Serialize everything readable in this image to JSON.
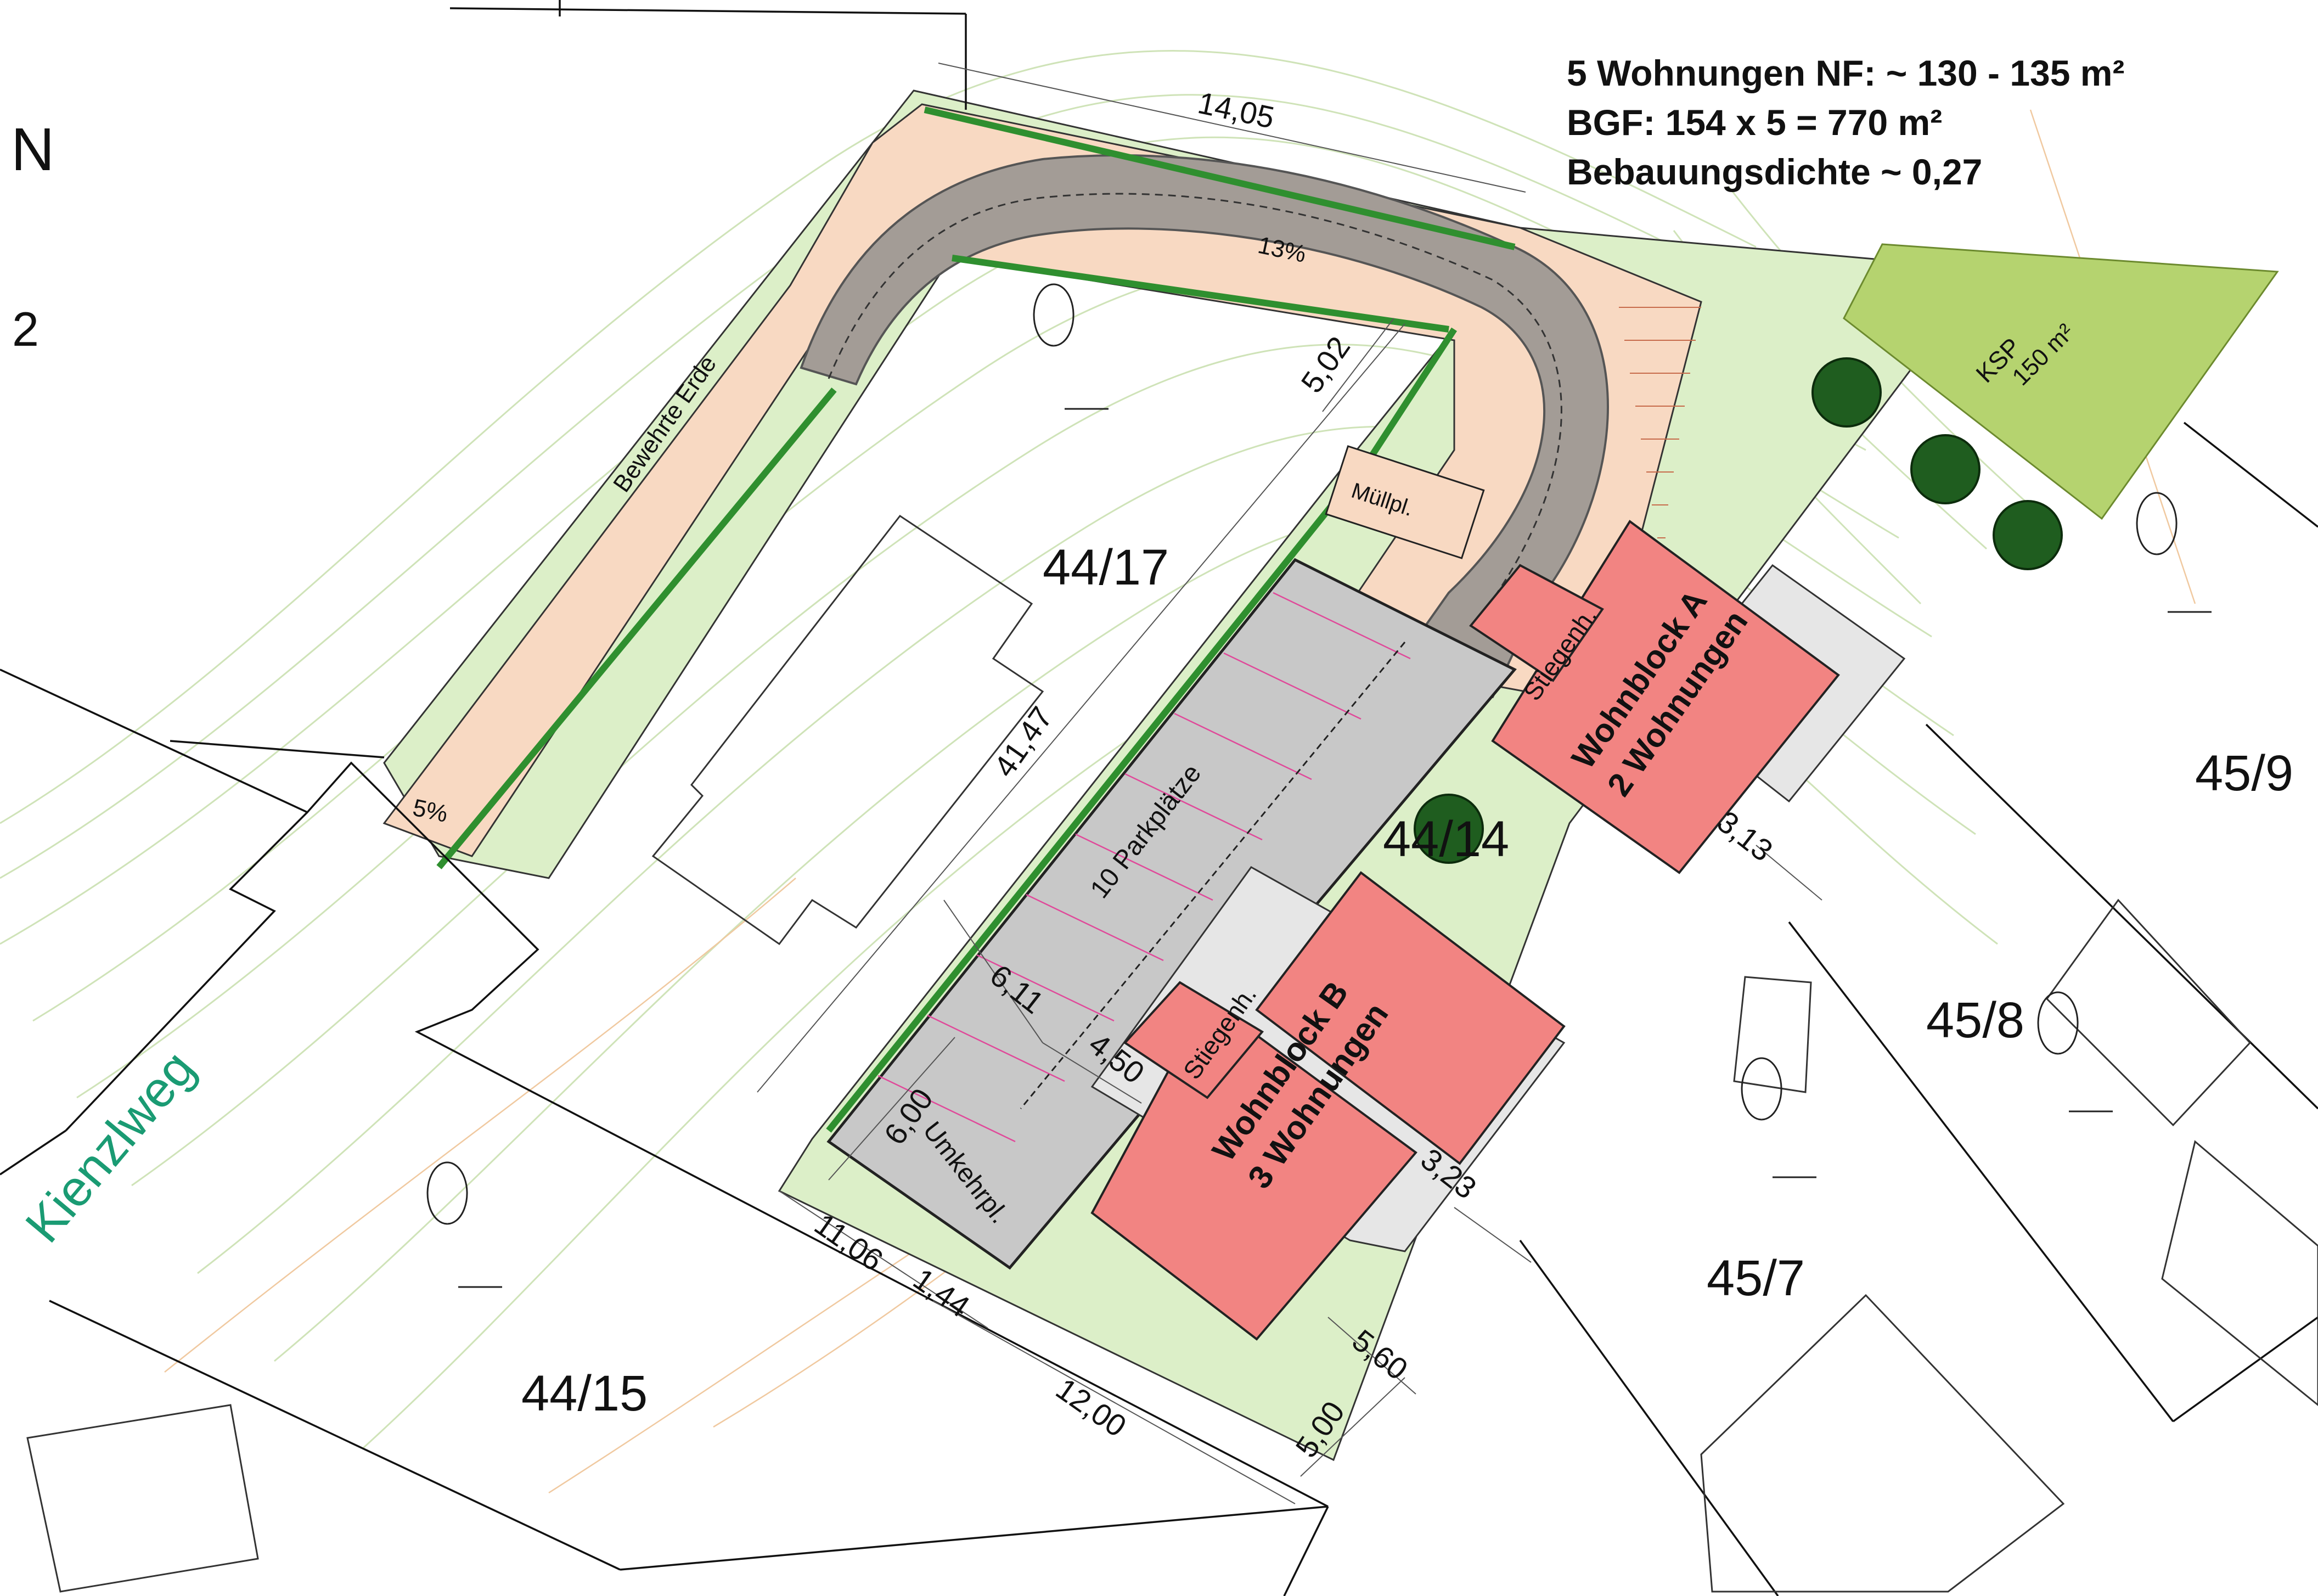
{
  "summary": {
    "line1": "5 Wohnungen NF:  ~ 130 - 135 m²",
    "line2": "BGF: 154 x 5 = 770 m²",
    "line3": "Bebauungsdichte ~ 0,27"
  },
  "north_arrow": {
    "symbol": "N"
  },
  "street": {
    "name": "Kienzlweg"
  },
  "parcels": {
    "p44_17": "44/17",
    "p44_14": "44/14",
    "p44_15": "44/15",
    "p45_9": "45/9",
    "p45_8": "45/8",
    "p45_7": "45/7",
    "edge": "2"
  },
  "buildings": {
    "block_a": {
      "name": "Wohnblock A",
      "units": "2 Wohnungen",
      "stair": "Stiegenh."
    },
    "block_b": {
      "name": "Wohnblock B",
      "units": "3 Wohnungen",
      "stair": "Stiegenh."
    }
  },
  "areas": {
    "parking": "10 Parkplätze",
    "turnaround": "Umkehrpl.",
    "waste": "Müllpl.",
    "playground": "KSP",
    "playground_area": "150 m²",
    "embankment": "Bewehrte Erde",
    "slope_ramp": "13%",
    "slope_entry": "5%"
  },
  "dimensions": {
    "d1": "14,05",
    "d2": "5,02",
    "d3": "41,47",
    "d4": "6,11",
    "d5": "4,50",
    "d6": "6,00",
    "d7": "11,06",
    "d8": "1,44",
    "d9": "12,00",
    "d10": "5,00",
    "d11": "5,60",
    "d12": "3,23",
    "d13": "3,13"
  },
  "colors": {
    "lawn": "#dcefc8",
    "playground": "#b5d36f",
    "building": "#f28482",
    "parking": "#c8c8c8",
    "road": "#a39c96",
    "path": "#f8d9c2",
    "hedge": "#2f8f2f",
    "street_text": "#1a9b73",
    "contour": "#cfe3b8"
  }
}
